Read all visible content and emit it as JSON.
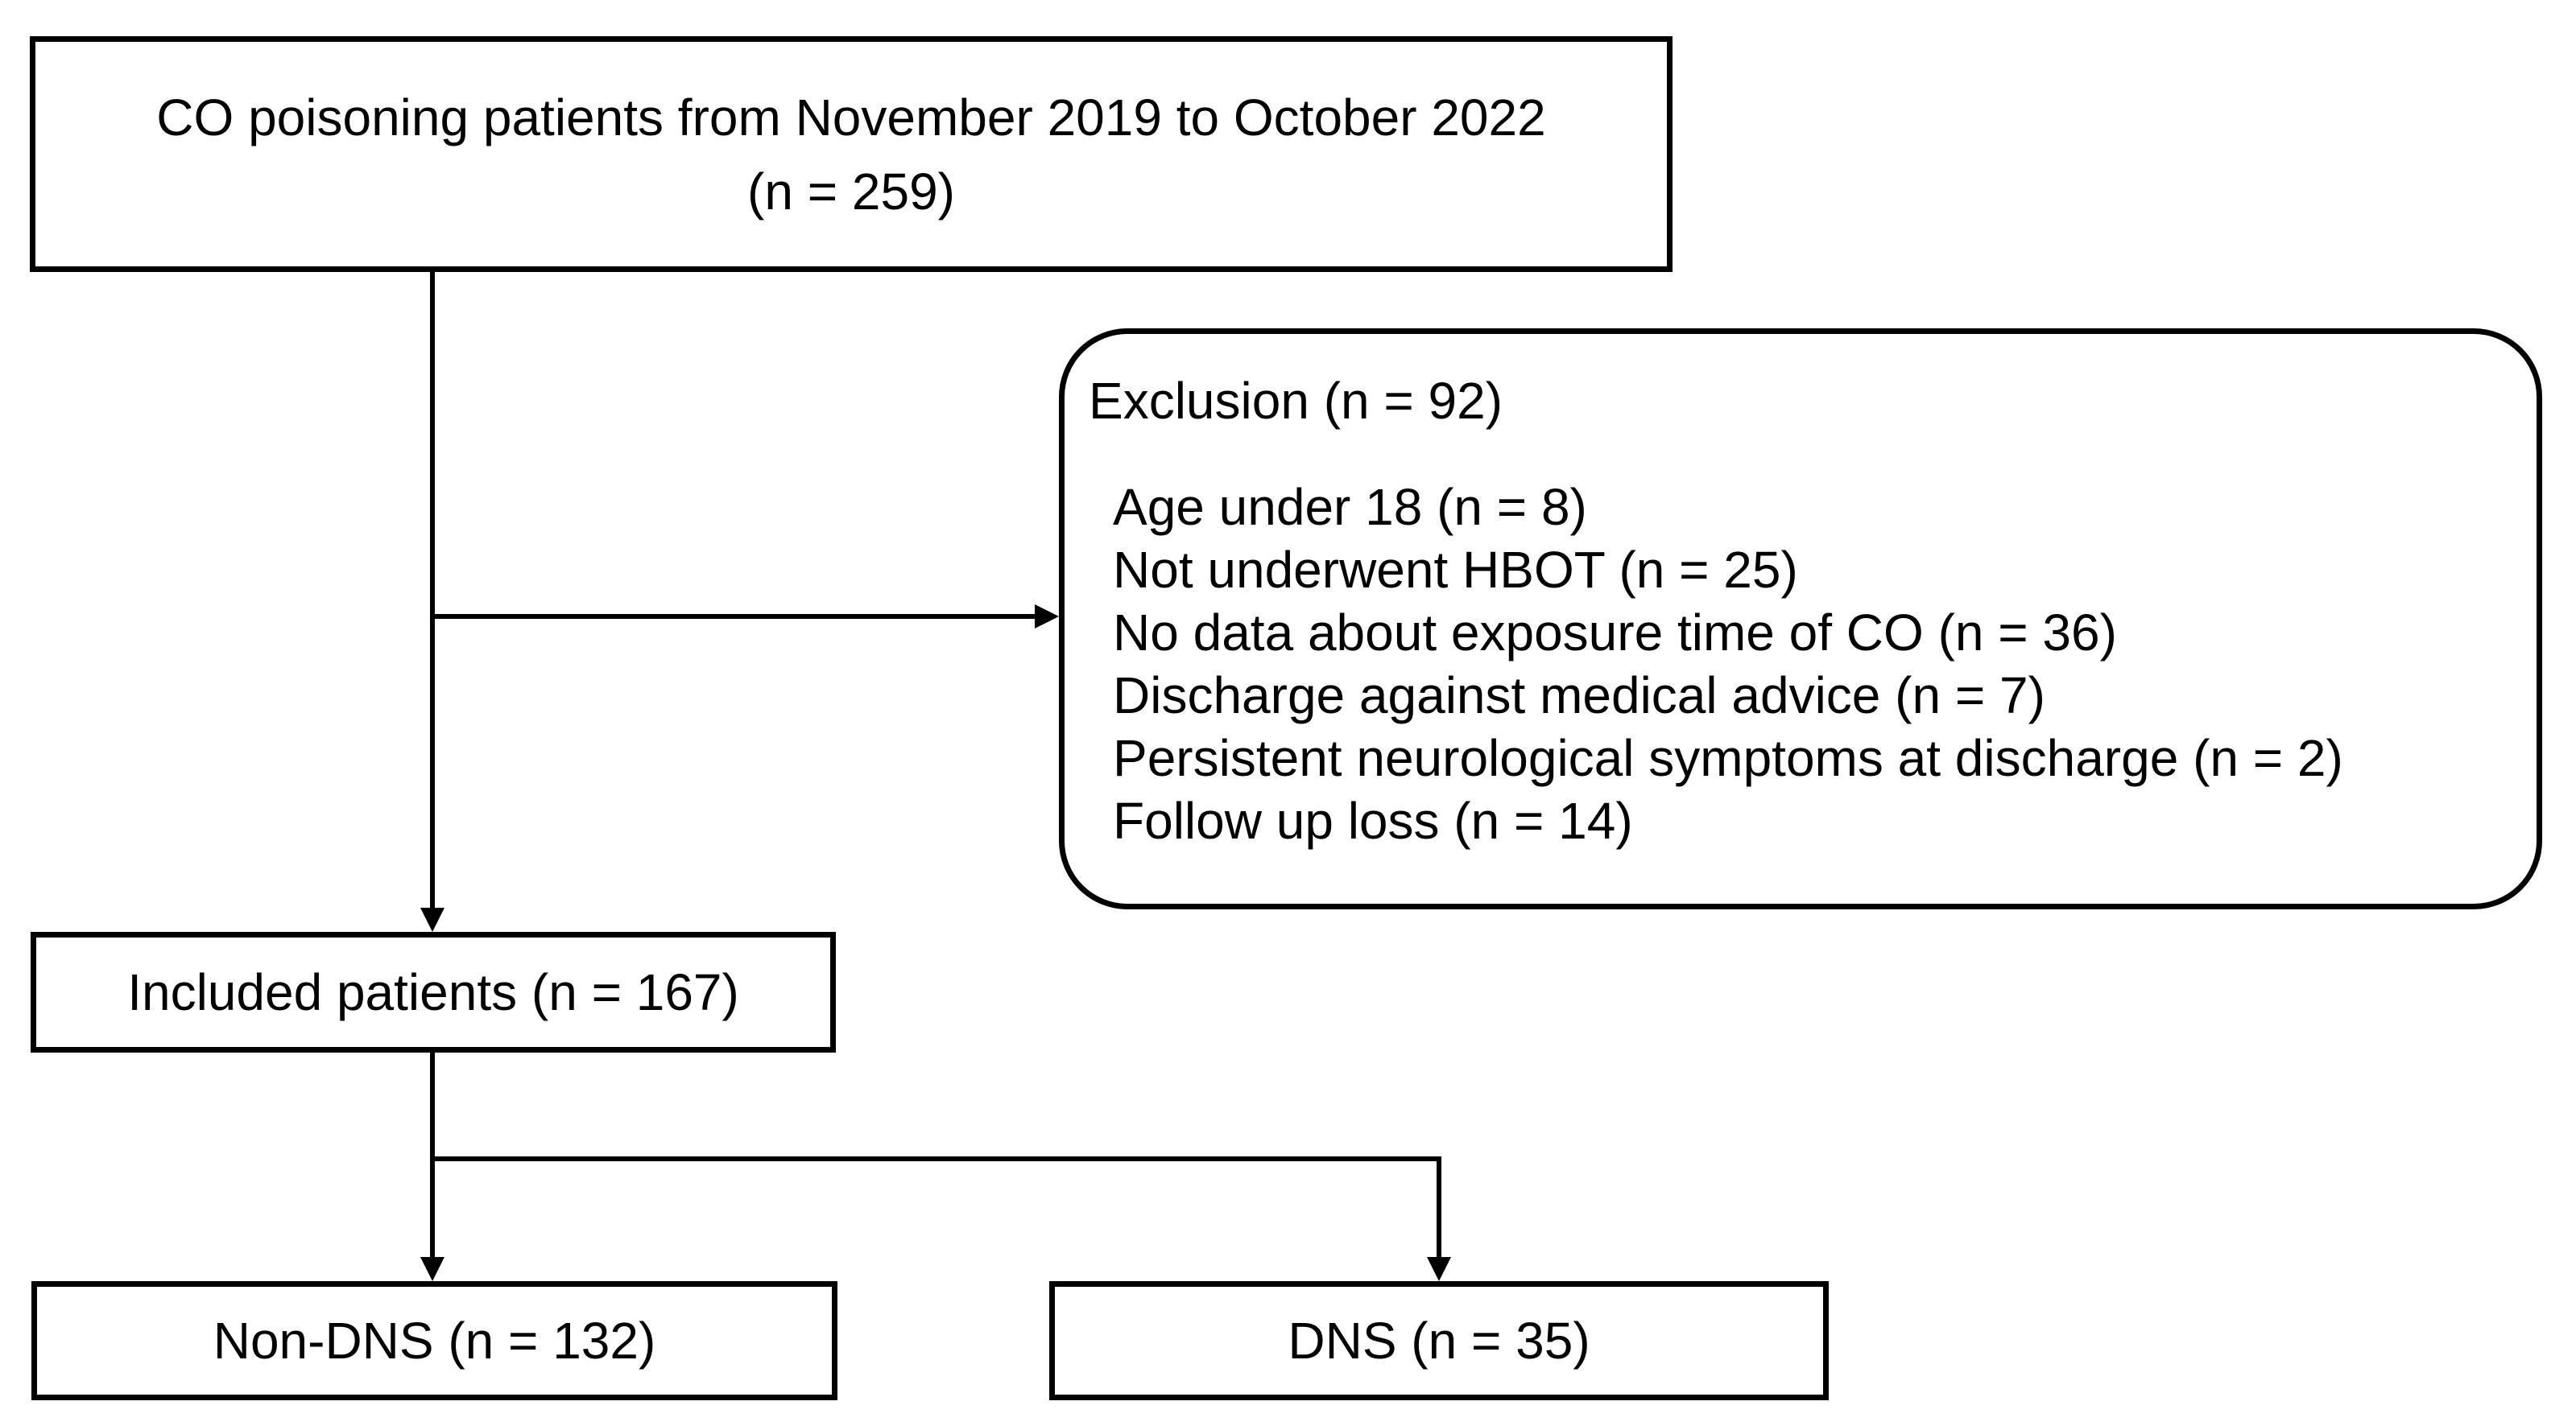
{
  "colors": {
    "stroke": "#000000",
    "background": "#ffffff"
  },
  "boxes": {
    "source": {
      "line1": "CO poisoning patients from November 2019 to October 2022",
      "line2": "(n = 259)"
    },
    "exclusion": {
      "title": "Exclusion (n = 92)",
      "items": [
        "Age under 18 (n = 8)",
        "Not underwent HBOT (n = 25)",
        "No data about exposure time of CO (n = 36)",
        "Discharge against medical advice (n = 7)",
        "Persistent neurological symptoms at discharge (n = 2)",
        "Follow up loss (n = 14)"
      ]
    },
    "included": {
      "label": "Included patients (n = 167)"
    },
    "non_dns": {
      "label": "Non-DNS (n = 132)"
    },
    "dns": {
      "label": "DNS (n = 35)"
    }
  }
}
